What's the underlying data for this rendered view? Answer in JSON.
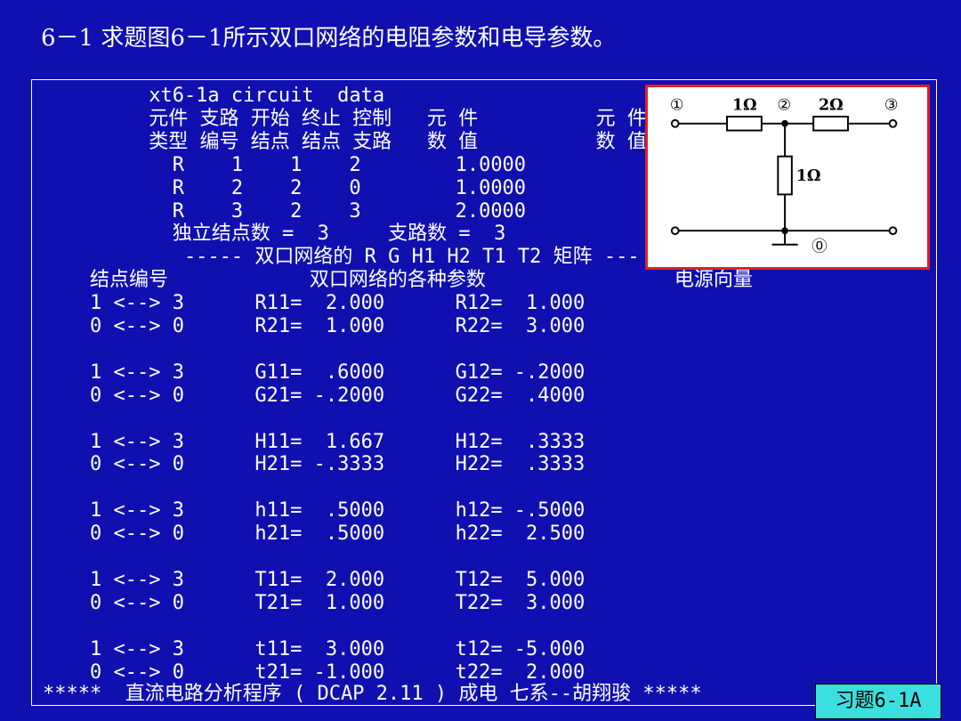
{
  "title": "6－1 求题图6－1所示双口网络的电阻参数和电导参数。",
  "console": {
    "lines": [
      "         xt6-1a circuit  data",
      "         元件 支路 开始 终止 控制   元 件          元 件",
      "         类型 编号 结点 结点 支路   数 值          数 值",
      "           R    1    1    2        1.0000",
      "           R    2    2    0        1.0000",
      "           R    3    2    3        2.0000",
      "           独立结点数 =  3     支路数 =  3",
      "            ----- 双口网络的 R G H1 H2 T1 T2 矩阵 ---",
      "    结点编号            双口网络的各种参数                电源向量",
      "    1 <--> 3      R11=  2.000      R12=  1.000",
      "    0 <--> 0      R21=  1.000      R22=  3.000",
      "",
      "    1 <--> 3      G11=  .6000      G12= -.2000",
      "    0 <--> 0      G21= -.2000      G22=  .4000",
      "",
      "    1 <--> 3      H11=  1.667      H12=  .3333",
      "    0 <--> 0      H21= -.3333      H22=  .3333",
      "",
      "    1 <--> 3      h11=  .5000      h12= -.5000",
      "    0 <--> 0      h21=  .5000      h22=  2.500",
      "",
      "    1 <--> 3      T11=  2.000      T12=  5.000",
      "    0 <--> 0      T21=  1.000      T22=  3.000",
      "",
      "    1 <--> 3      t11=  3.000      t12= -5.000",
      "    0 <--> 0      t21= -1.000      t22=  2.000"
    ]
  },
  "footer": "*****  直流电路分析程序 ( DCAP 2.11 ) 成电 七系--胡翔骏 *****",
  "tag": "习题6-1A",
  "circuit": {
    "node1": "①",
    "node2": "②",
    "node3": "③",
    "node0": "⓪",
    "r1": "1Ω",
    "r2": "2Ω",
    "r3": "1Ω"
  }
}
